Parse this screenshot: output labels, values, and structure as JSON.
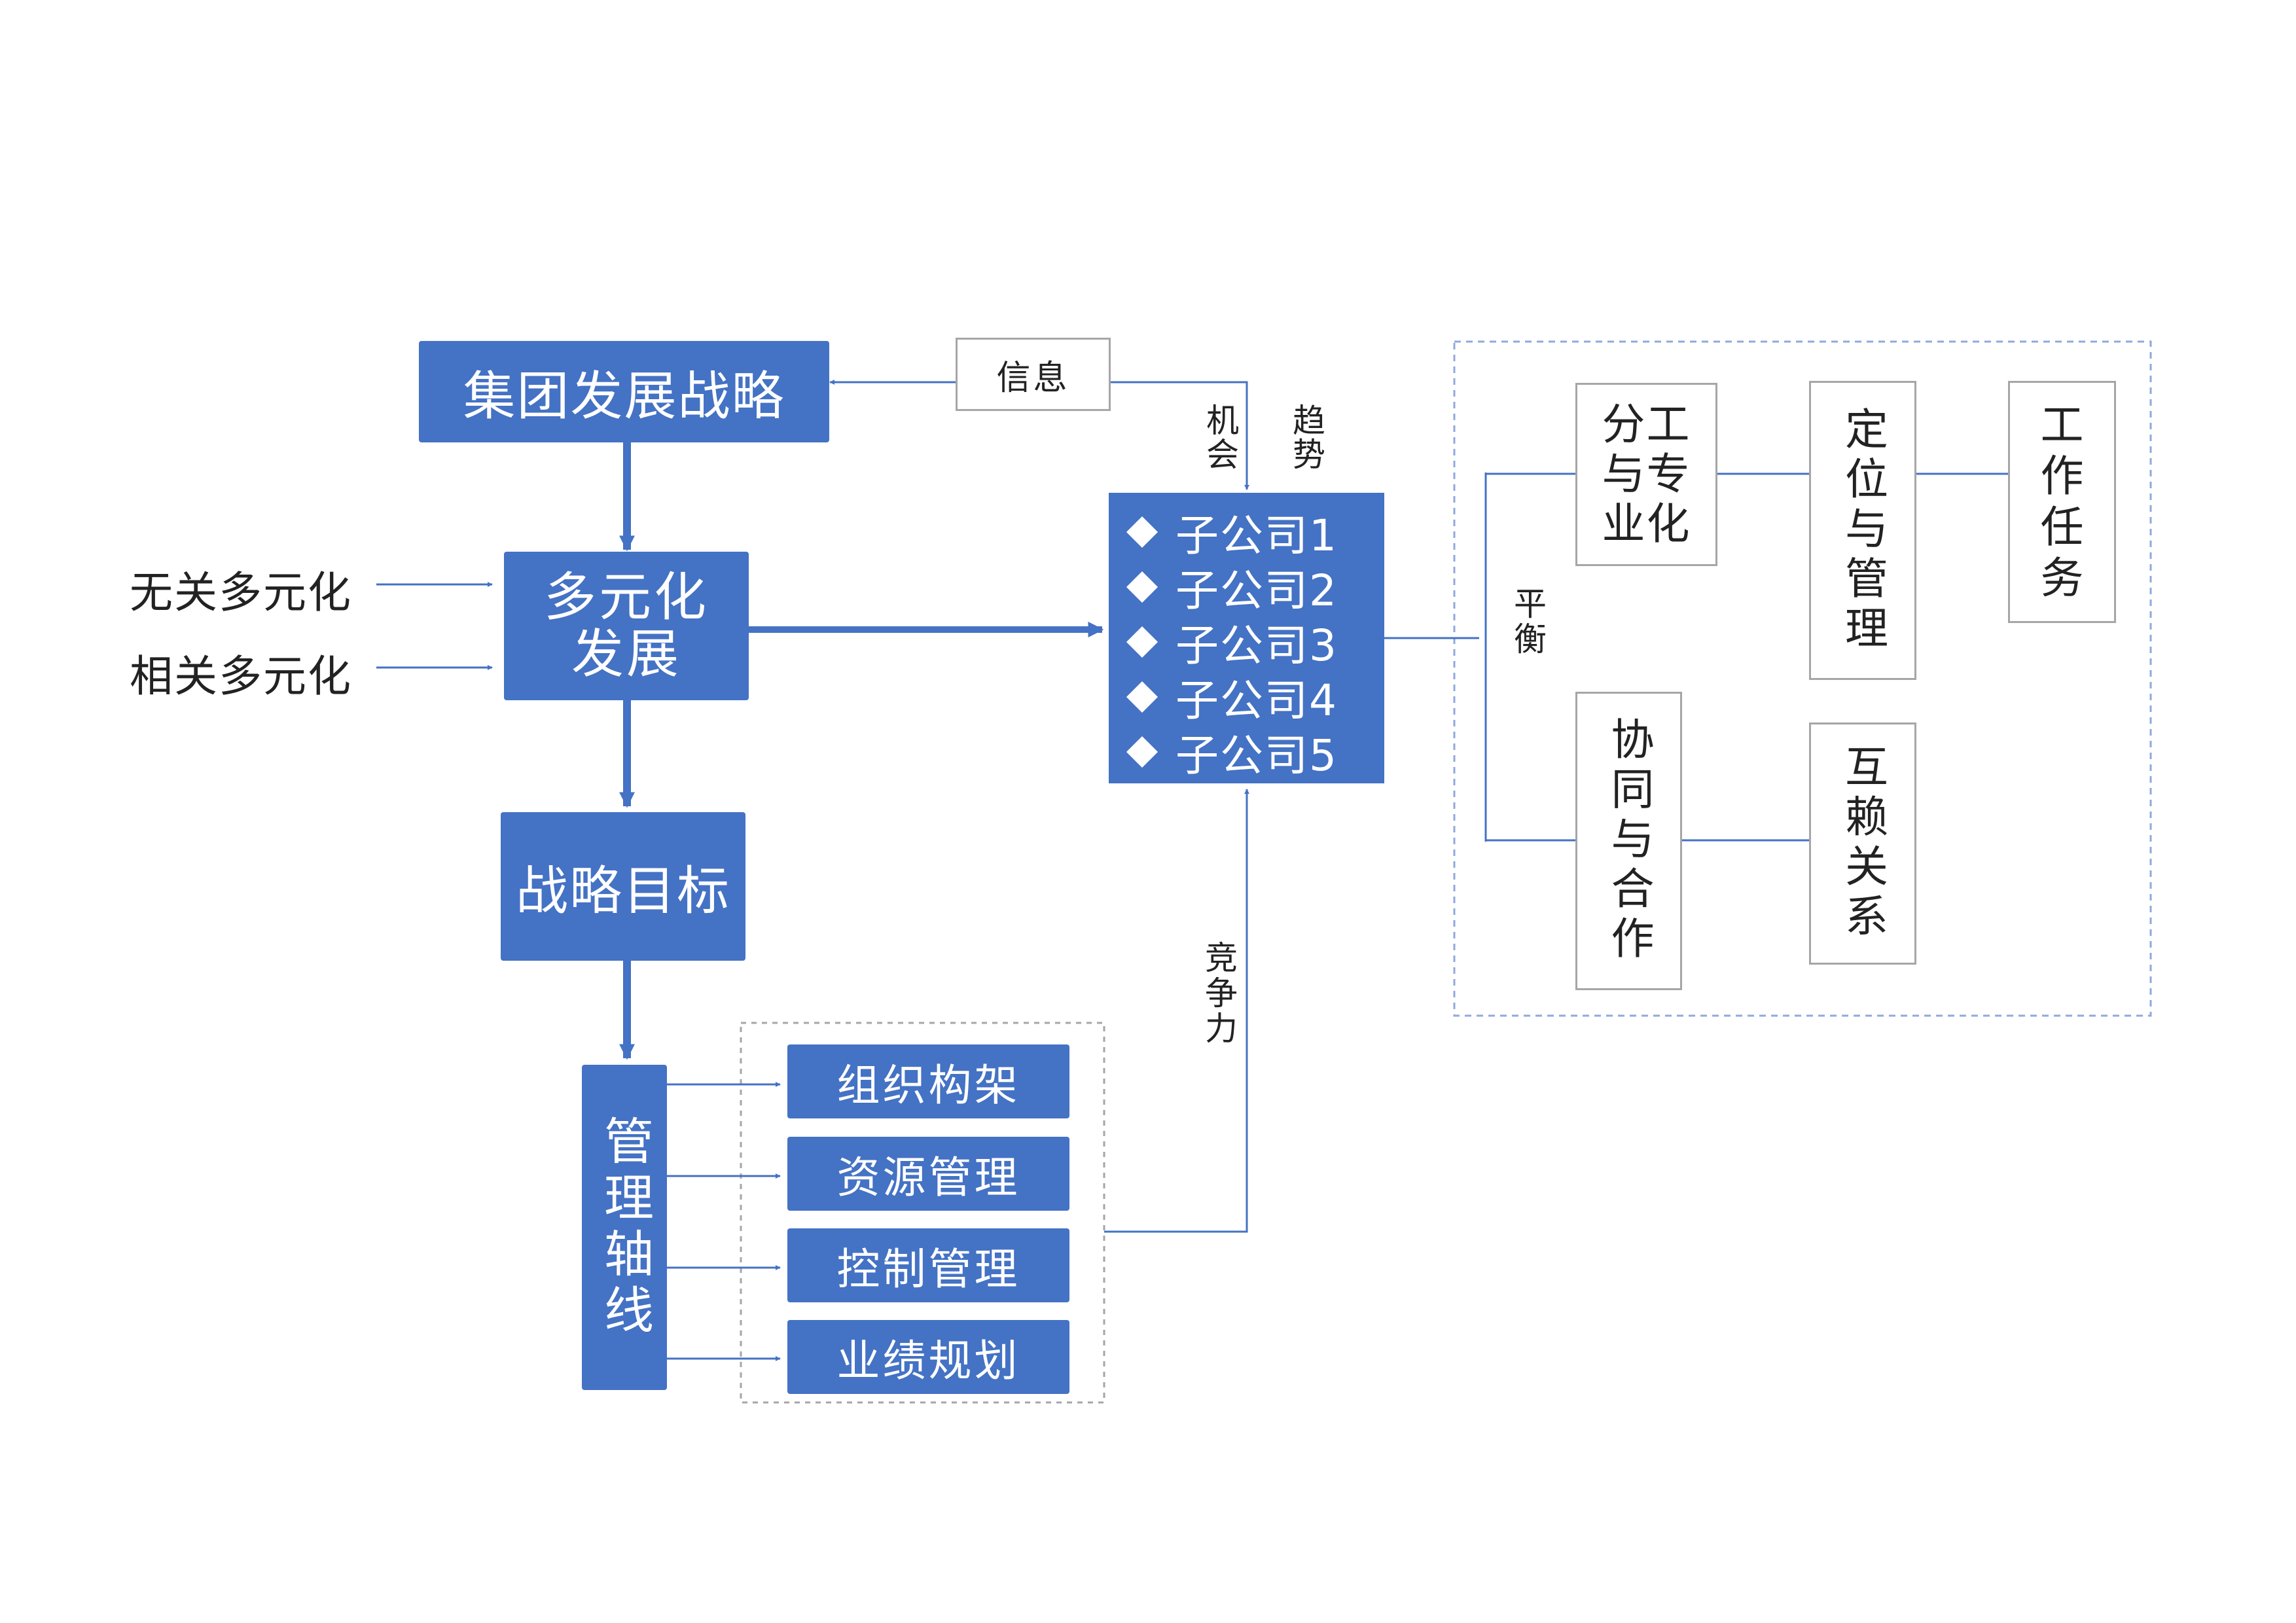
{
  "colors": {
    "box_fill": "#4472c4",
    "line": "#4472c4",
    "border": "#a6a6a6",
    "dash": "#8faadc"
  },
  "nodes": {
    "group_strategy": "集团发展战略",
    "info": "信息",
    "diversification": [
      "多元化",
      "发展"
    ],
    "unrelated": "无关多元化",
    "related": "相关多元化",
    "strategic_goal": "战略目标",
    "mgmt_axis": "管理轴线",
    "mgmt_items": [
      "组织构架",
      "资源管理",
      "控制管理",
      "业绩规划"
    ],
    "subsidiaries": [
      "子公司1",
      "子公司2",
      "子公司3",
      "子公司4",
      "子公司5"
    ],
    "opportunity": "机会",
    "trend": "趋势",
    "competitiveness": "竞争力",
    "balance": "平衡",
    "division": [
      "分工",
      "与专",
      "业化"
    ],
    "positioning": "定位与管理",
    "work_task": [
      "工",
      "作",
      "任",
      "务"
    ],
    "collaboration": "协同与合作",
    "interdependence": "互赖关系"
  }
}
